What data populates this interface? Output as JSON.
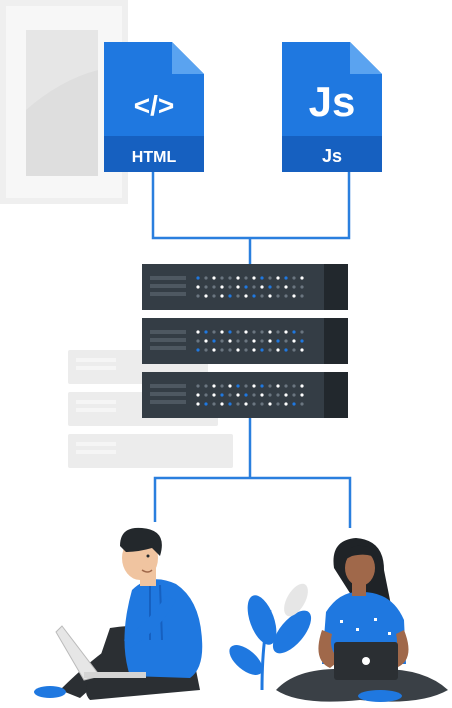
{
  "files": {
    "html": {
      "glyph": "</>",
      "label": "HTML"
    },
    "js": {
      "glyph": "Js",
      "label": "Js"
    }
  },
  "colors": {
    "accent_blue": "#1f78e0",
    "accent_blue_dark": "#1660c0",
    "server_dark": "#343d45",
    "line_blue": "#2a7fde"
  }
}
